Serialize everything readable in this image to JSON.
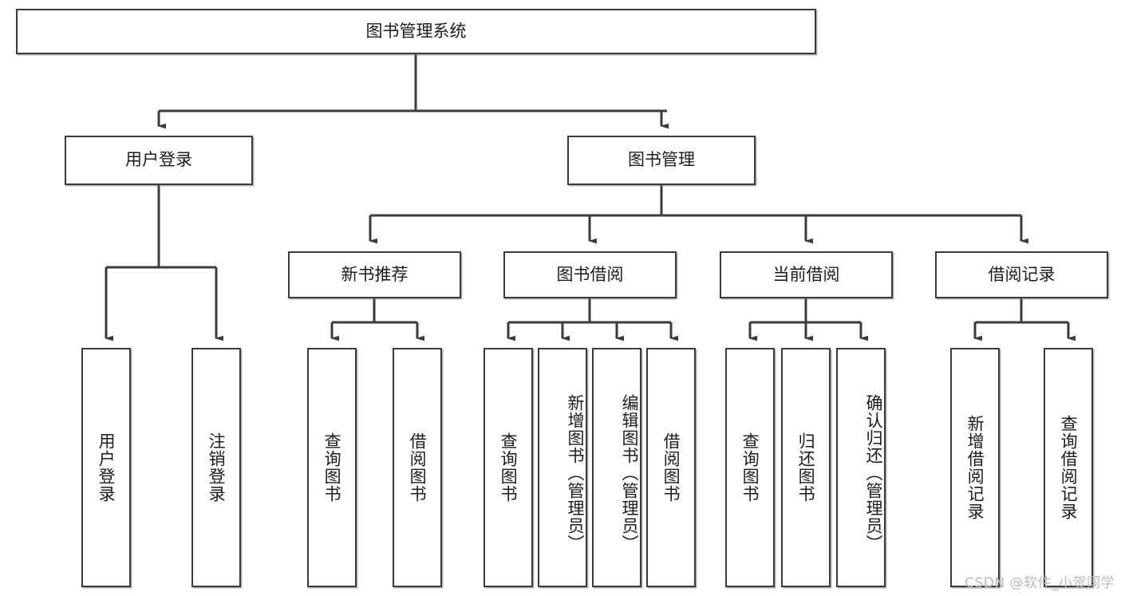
{
  "diagram": {
    "title": "图书管理系统",
    "type": "tree-hierarchy-chart",
    "root": {
      "id": "root",
      "label": "图书管理系统"
    },
    "level2": [
      {
        "id": "user-login",
        "label": "用户登录"
      },
      {
        "id": "book-management",
        "label": "图书管理"
      }
    ],
    "level3": [
      {
        "id": "new-book-recommend",
        "label": "新书推荐"
      },
      {
        "id": "book-borrow",
        "label": "图书借阅"
      },
      {
        "id": "current-borrow",
        "label": "当前借阅"
      },
      {
        "id": "borrow-record",
        "label": "借阅记录"
      }
    ],
    "leaves": {
      "user-login": [
        {
          "id": "leaf-user-login",
          "label": "用户登录"
        },
        {
          "id": "leaf-logout-login",
          "label": "注销登录"
        }
      ],
      "new-book-recommend": [
        {
          "id": "leaf-query-book-1",
          "label": "查询图书"
        },
        {
          "id": "leaf-borrow-book-1",
          "label": "借阅图书"
        }
      ],
      "book-borrow": [
        {
          "id": "leaf-query-book-2",
          "label": "查询图书"
        },
        {
          "id": "leaf-add-book",
          "label": "新增图书（管理员）"
        },
        {
          "id": "leaf-edit-book",
          "label": "编辑图书（管理员）"
        },
        {
          "id": "leaf-borrow-book-2",
          "label": "借阅图书"
        }
      ],
      "current-borrow": [
        {
          "id": "leaf-query-book-3",
          "label": "查询图书"
        },
        {
          "id": "leaf-return-book",
          "label": "归还图书"
        },
        {
          "id": "leaf-confirm-return",
          "label": "确认归还（管理员）"
        }
      ],
      "borrow-record": [
        {
          "id": "leaf-add-borrow-record",
          "label": "新增借阅记录"
        },
        {
          "id": "leaf-query-borrow-record",
          "label": "查询借阅记录"
        }
      ]
    }
  },
  "watermark": {
    "text": "CSDN @软件_小贺同学"
  },
  "colors": {
    "stroke": "#3b3b3b",
    "fill": "#ffffff",
    "text": "#1c1c1c",
    "watermark": "#b9b9b9"
  }
}
